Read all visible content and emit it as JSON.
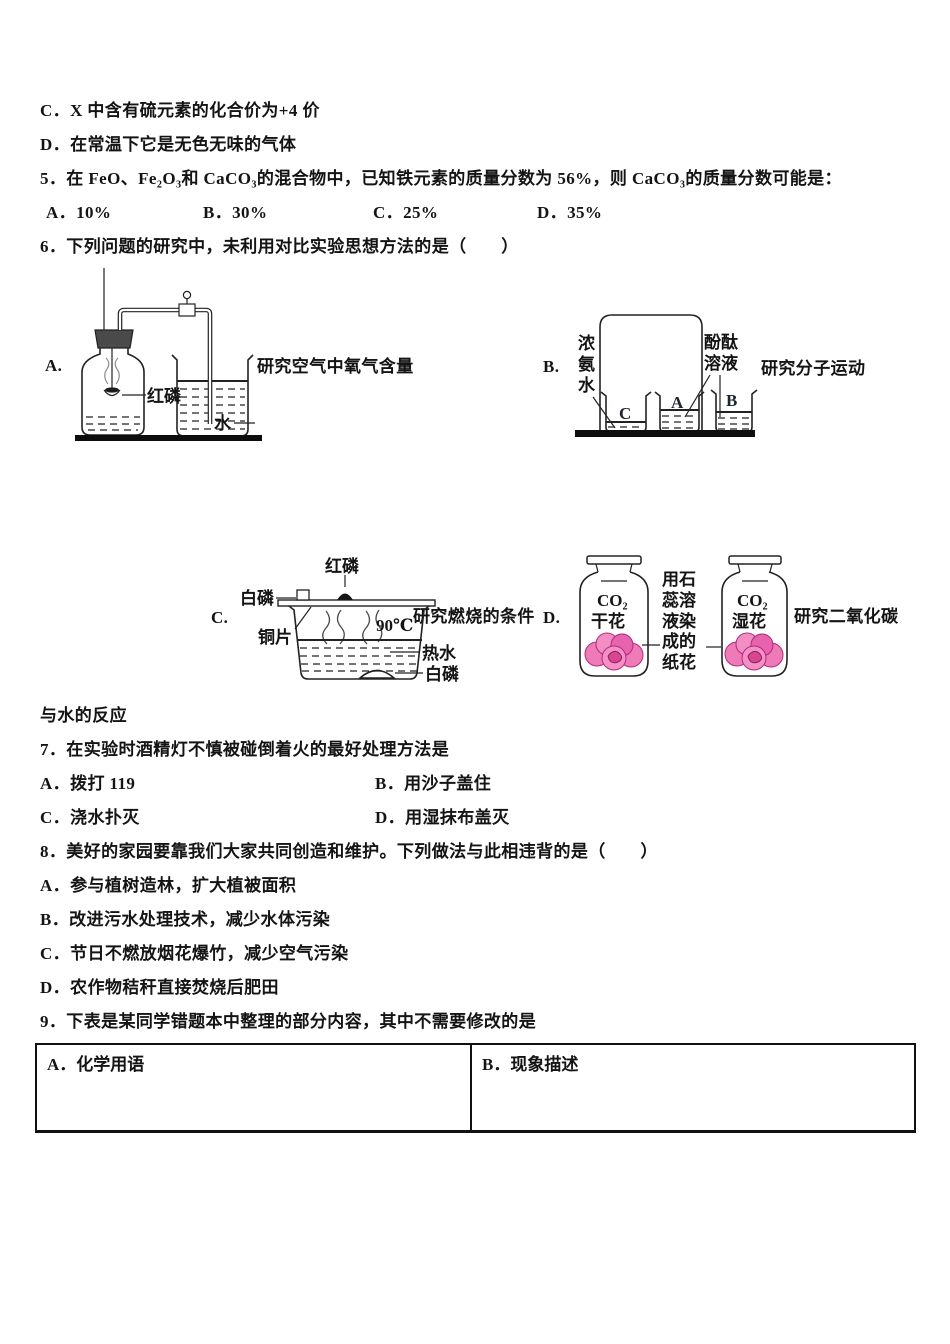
{
  "prior": {
    "option_c": "C．X 中含有硫元素的化合价为+4 价",
    "option_d": "D．在常温下它是无色无味的气体"
  },
  "q5": {
    "stem": "5．在 FeO、Fe₂O₃和 CaCO₃的混合物中，已知铁元素的质量分数为 56%，则 CaCO₃的质量分数可能是：",
    "options": [
      {
        "label": "A．10%"
      },
      {
        "label": "B．30%"
      },
      {
        "label": "C．25%"
      },
      {
        "label": "D．35%"
      }
    ]
  },
  "q6": {
    "stem": "6．下列问题的研究中，未利用对比实验思想方法的是（　　）",
    "a": {
      "letter": "A.",
      "caption": "研究空气中氧气含量",
      "red_phosphorus": "红磷",
      "water": "水"
    },
    "b": {
      "letter": "B.",
      "caption": "研究分子运动",
      "ammonia": "浓氨水",
      "phenolphthalein": "酚酞溶液",
      "beaker_c": "C",
      "beaker_a": "A",
      "beaker_b": "B"
    },
    "c": {
      "letter": "C.",
      "caption": "研究燃烧的条件",
      "red_phosphorus": "红磷",
      "white_phosphorus": "白磷",
      "copper_sheet": "铜片",
      "temperature": "90℃",
      "hot_water": "热水",
      "white_phosphorus_in_water": "白磷"
    },
    "d": {
      "letter": "D.",
      "caption": "研究二氧化碳",
      "caption_wrap": "与水的反应",
      "gas": "CO₂",
      "dry_flower": "干花",
      "wet_flower": "湿花",
      "litmus_note": "用石蕊溶液染成的纸花"
    }
  },
  "q7": {
    "stem": "7．在实验时酒精灯不慎被碰倒着火的最好处理方法是",
    "options": [
      {
        "label": "A．拨打 119"
      },
      {
        "label": "B．用沙子盖住"
      },
      {
        "label": "C．浇水扑灭"
      },
      {
        "label": "D．用湿抹布盖灭"
      }
    ]
  },
  "q8": {
    "stem": "8．美好的家园要靠我们大家共同创造和维护。下列做法与此相违背的是（　　）",
    "options": [
      {
        "label": "A．参与植树造林，扩大植被面积"
      },
      {
        "label": "B．改进污水处理技术，减少水体污染"
      },
      {
        "label": "C．节日不燃放烟花爆竹，减少空气污染"
      },
      {
        "label": "D．农作物秸秆直接焚烧后肥田"
      }
    ]
  },
  "q9": {
    "stem": "9．下表是某同学错题本中整理的部分内容，其中不需要修改的是",
    "table": {
      "cell_a": "A．化学用语",
      "cell_b": "B．现象描述"
    }
  },
  "colors": {
    "co2_blue": "#3c5fc8",
    "flower_pink": "#ee74b6",
    "ink": "#141414"
  }
}
